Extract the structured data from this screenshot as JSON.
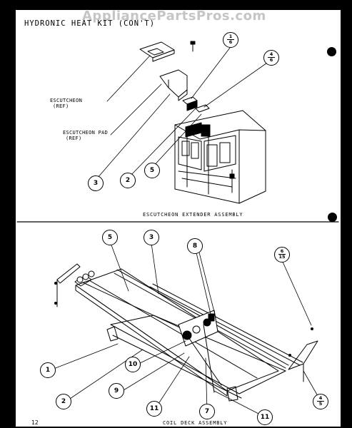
{
  "watermark": "AppliancePartsPros.com",
  "title": "HYDRONIC HEAT KIT (CON'T)",
  "page_number": "12",
  "sections": {
    "top": "ESCUTCHEON EXTENDER ASSEMBLY",
    "bottom": "COIL DECK ASSEMBLY"
  },
  "labels": {
    "escutcheon_line1": "ESCUTCHEON",
    "escutcheon_line2": "(REF)",
    "escutcheon_pad_line1": "ESCUTCHEON PAD",
    "escutcheon_pad_line2": "(REF)"
  },
  "callouts": {
    "top": {
      "c1_6": {
        "num": "1",
        "den": "6"
      },
      "c4_6": {
        "num": "4",
        "den": "6"
      },
      "c3": "3",
      "c2": "2",
      "c5": "5"
    },
    "bottom": {
      "c5": "5",
      "c3": "3",
      "c8": "8",
      "c6_15": {
        "num": "6",
        "den": "15"
      },
      "c1": "1",
      "c10": "10",
      "c9": "9",
      "c2": "2",
      "c11a": "11",
      "c7": "7",
      "c11b": "11",
      "c4_5": {
        "num": "4",
        "den": "5"
      }
    }
  }
}
